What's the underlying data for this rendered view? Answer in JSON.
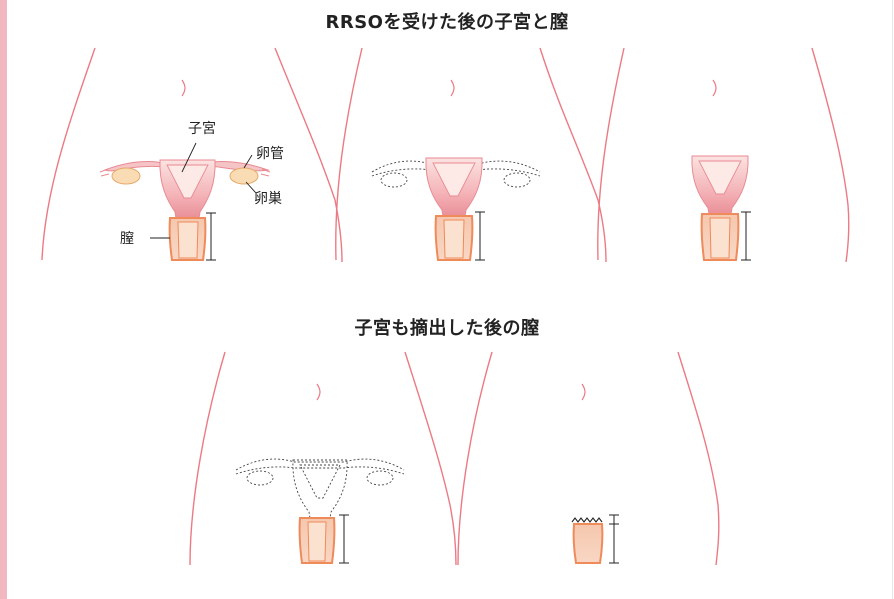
{
  "titles": {
    "section1": "RRSOを受けた後の子宮と膣",
    "section2": "子宮も摘出した後の膣"
  },
  "labels": {
    "uterus": "子宮",
    "fallopian_tube": "卵管",
    "ovary": "卵巣",
    "vagina": "膣"
  },
  "colors": {
    "body_outline": "#ec7a84",
    "organ_fill": "#f6c6c6",
    "organ_deep": "#e98a93",
    "vagina_fill": "#f5c8ae",
    "vagina_border": "#ef8a5a",
    "ovary_fill": "#f9dcb3",
    "ovary_border": "#e6a86b",
    "accent_bar": "#f2b8c0"
  }
}
